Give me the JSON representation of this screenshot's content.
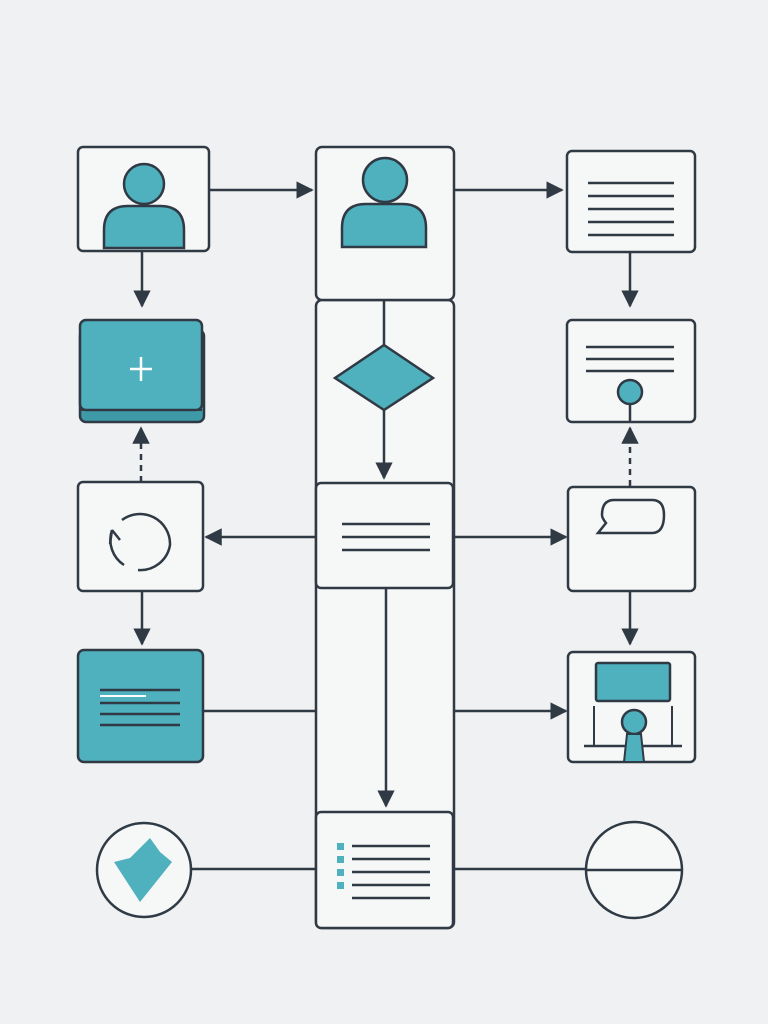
{
  "colors": {
    "accent": "#4fb0be",
    "stroke": "#2f3a44",
    "background": "#f0f1f2",
    "box_fill": "#f6f7f7"
  },
  "nodes": [
    {
      "id": "left-user",
      "icon": "user-icon"
    },
    {
      "id": "left-add-panel",
      "icon": "plus-icon"
    },
    {
      "id": "left-refresh",
      "icon": "refresh-icon"
    },
    {
      "id": "left-document-panel",
      "icon": "text-lines-icon"
    },
    {
      "id": "left-check-circle",
      "icon": "check-arrow-icon"
    },
    {
      "id": "center-user",
      "icon": "user-icon"
    },
    {
      "id": "center-decision",
      "icon": "diamond-decision-icon"
    },
    {
      "id": "center-document",
      "icon": "text-lines-icon"
    },
    {
      "id": "center-list",
      "icon": "bulleted-list-icon"
    },
    {
      "id": "right-document",
      "icon": "text-lines-icon"
    },
    {
      "id": "right-document-dot",
      "icon": "document-with-dot-icon"
    },
    {
      "id": "right-chat",
      "icon": "speech-bubble-icon"
    },
    {
      "id": "right-presentation",
      "icon": "presenter-icon"
    },
    {
      "id": "right-end-circle",
      "icon": "minus-circle-icon"
    }
  ]
}
